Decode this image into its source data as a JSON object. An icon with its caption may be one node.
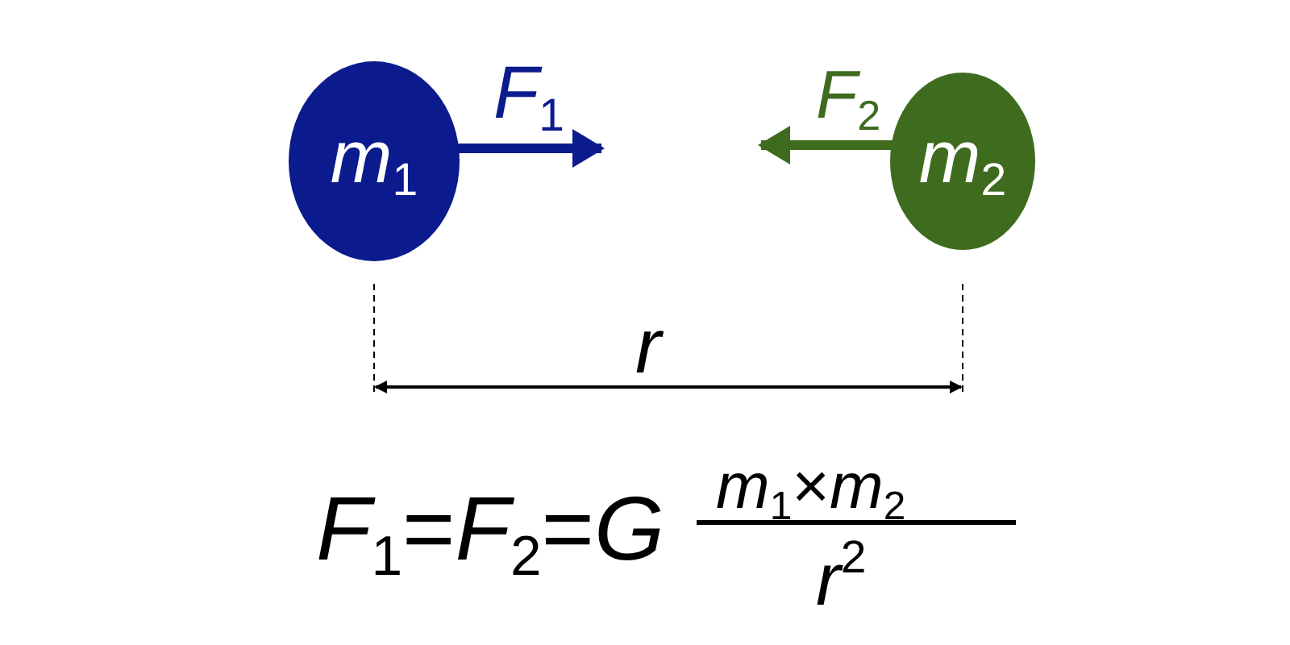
{
  "diagram": {
    "nodes": [
      {
        "text": [
          "*m*$_{1}$"
        ],
        "beside": [
          "*F*$_{1}$"
        ]
      },
      {
        "text": [
          "*m*$_{2}$"
        ],
        "beside": [
          "*F*$_{2}$"
        ]
      }
    ],
    "labels": [
      "*r*",
      "*F*$_{1}$=*F*$_{2}$=*G*",
      "*m*$_{1}$×*m*$_{2}$",
      "*r*$^{2}$"
    ]
  }
}
